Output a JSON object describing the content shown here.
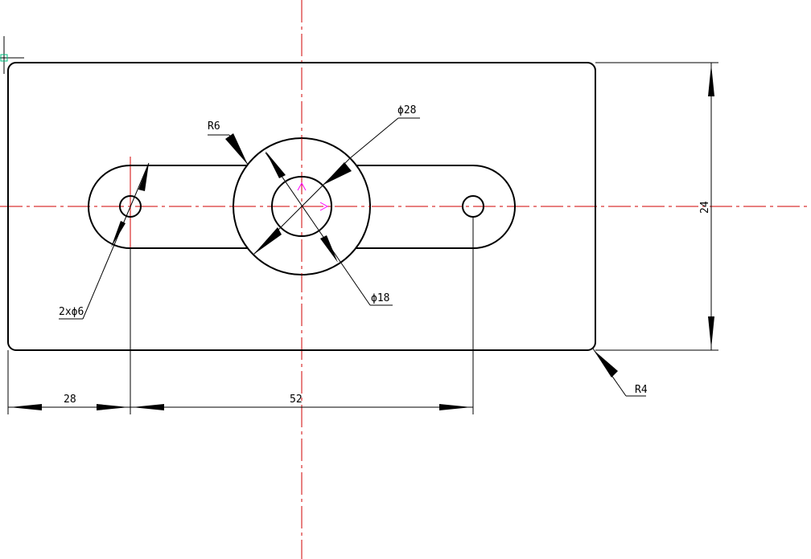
{
  "drawing": {
    "dimensions": {
      "width_left": "28",
      "hole_spacing": "52",
      "height": "24",
      "outer_diameter": "ϕ28",
      "inner_diameter": "ϕ18",
      "slot_radius": "R6",
      "hole_callout": "2xϕ6",
      "corner_radius": "R4"
    },
    "colors": {
      "outline": "#000000",
      "centerline": "#d00000",
      "axis": "#ff00ff",
      "cursor": "#00c080"
    }
  }
}
